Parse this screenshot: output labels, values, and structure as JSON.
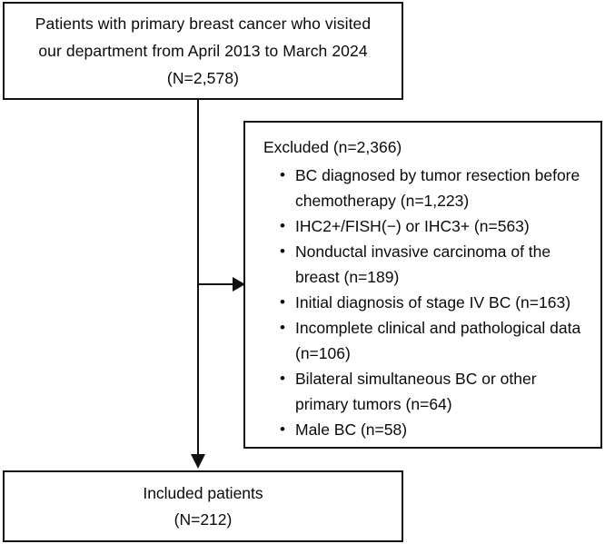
{
  "figure": {
    "type": "patient-selection-flowchart",
    "enrolled_box": {
      "lines": [
        "Patients with primary breast cancer who visited",
        "our department from April 2013 to March 2024",
        "(N=2,578)"
      ],
      "total_label": "N=2,578",
      "total": 2578
    },
    "excluded_box": {
      "title": "Excluded (n=2,366)",
      "total": 2366,
      "bullet_glyph": "•",
      "items": [
        {
          "text": "BC diagnosed by tumor resection before chemotherapy (n=1,223)",
          "n": 1223
        },
        {
          "text": "IHC2+/FISH(−) or IHC3+ (n=563)",
          "n": 563
        },
        {
          "text": "Nonductal invasive carcinoma of the breast (n=189)",
          "n": 189
        },
        {
          "text": "Initial diagnosis of stage IV BC (n=163)",
          "n": 163
        },
        {
          "text": "Incomplete clinical and pathological data (n=106)",
          "n": 106
        },
        {
          "text": "Bilateral simultaneous BC or other primary tumors (n=64)",
          "n": 64
        },
        {
          "text": "Male BC (n=58)",
          "n": 58
        }
      ]
    },
    "included_box": {
      "lines": [
        "Included patients",
        "(N=212)"
      ],
      "total_label": "N=212",
      "total": 212
    },
    "colors": {
      "background": "#ffffff",
      "border": "#111111",
      "text": "#0a0a0a"
    }
  }
}
